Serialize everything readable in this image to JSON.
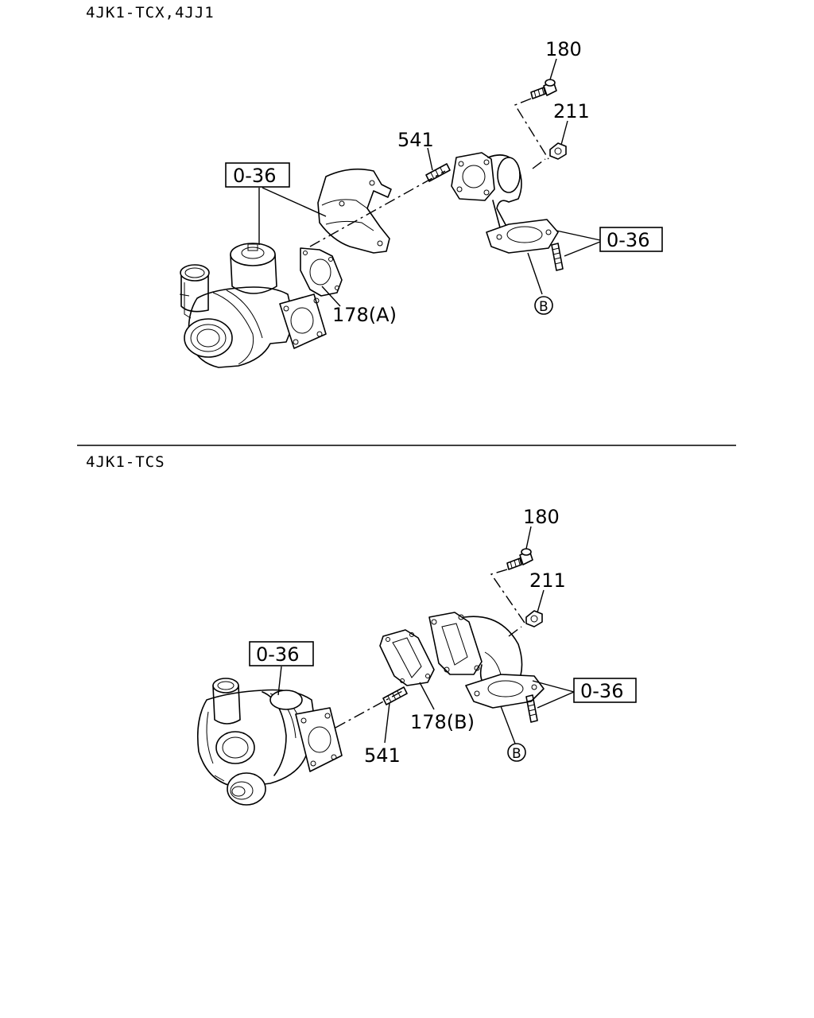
{
  "sections": [
    {
      "title": "4JK1-TCX,4JJ1",
      "labels": {
        "bolt": "180",
        "nut": "211",
        "stud": "541",
        "ref_left": "0-36",
        "ref_right": "0-36",
        "gasket": "178(A)",
        "circled": "B"
      }
    },
    {
      "title": "4JK1-TCS",
      "labels": {
        "bolt": "180",
        "nut": "211",
        "stud": "541",
        "ref_left": "0-36",
        "ref_right": "0-36",
        "gasket": "178(B)",
        "circled": "B"
      }
    }
  ]
}
